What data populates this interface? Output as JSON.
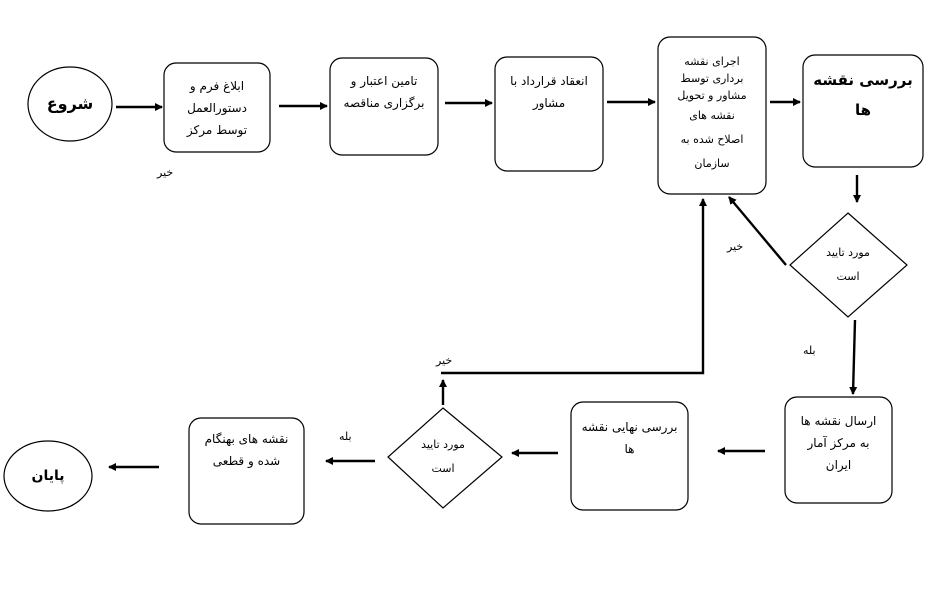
{
  "flowchart": {
    "start": "شروع",
    "end": "پایان",
    "step1": [
      "ابلاغ فرم و",
      "دستورالعمل",
      "توسط مرکز"
    ],
    "step2": [
      "تامین اعتبار و",
      "برگزاری مناقصه"
    ],
    "step3": [
      "انعقاد قرارداد با",
      "مشاور"
    ],
    "step4": [
      "اجرای نقشه",
      "برداری توسط",
      "مشاور و تحویل",
      "نقشه های",
      "اصلاح شده به",
      "سازمان"
    ],
    "step5": [
      "بررسی نقشه",
      "ها"
    ],
    "decision1": [
      "مورد تایید",
      "است"
    ],
    "step6": [
      "ارسال نقشه ها",
      "به مرکز آمار",
      "ایران"
    ],
    "step7": [
      "بررسی نهایی نقشه",
      "ها"
    ],
    "decision2": [
      "مورد تایید",
      "است"
    ],
    "step8": [
      "نقشه های بهنگام",
      "شده و قطعی"
    ],
    "labels": {
      "no_left": "خیر",
      "no_decision1": "خیر",
      "yes_decision1": "بله",
      "no_decision2": "خیر",
      "yes_decision2": "بله"
    }
  }
}
